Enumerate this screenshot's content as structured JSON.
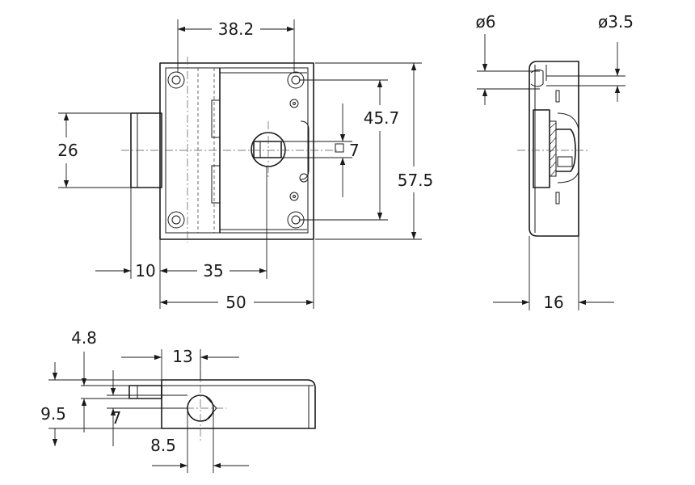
{
  "dimensions": {
    "top_width": "38.2",
    "height_26": "26",
    "height_45_7": "45.7",
    "square_7": "7",
    "height_57_5": "57.5",
    "offset_10": "10",
    "width_35": "35",
    "width_50": "50",
    "dia_6": "ø6",
    "dia_3_5": "ø3.5",
    "depth_16": "16",
    "dim_4_8": "4.8",
    "dim_13": "13",
    "dim_9_5": "9.5",
    "dim_7_bottom": "7",
    "dim_8_5": "8.5"
  }
}
